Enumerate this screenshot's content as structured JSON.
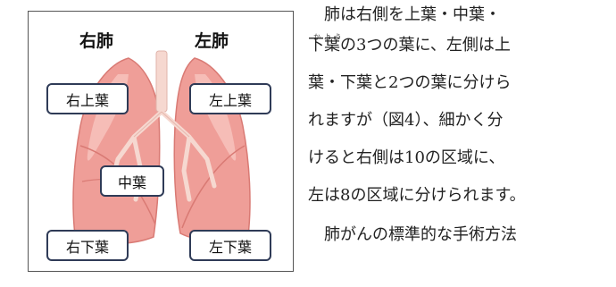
{
  "figure": {
    "right_lung_title": "右肺",
    "left_lung_title": "左肺",
    "lobes": {
      "right_upper": "右上葉",
      "left_upper": "左上葉",
      "middle": "中葉",
      "right_lower": "右下葉",
      "left_lower": "左下葉"
    },
    "colors": {
      "lung_fill": "#ef9e98",
      "lung_light": "#f7c4bf",
      "lung_outline": "#d97a74",
      "bronchus": "#f6d8d0",
      "lobe_border": "#2f3b57"
    }
  },
  "text": {
    "ruby": "かよう",
    "lines": [
      "　肺は右側を上葉・中葉・",
      "下葉の3つの葉に、左側は上",
      "葉・下葉と2つの葉に分けら",
      "れますが（図4）、細かく分",
      "けると右側は10の区域に、",
      "左は8の区域に分けられます。",
      "　肺がんの標準的な手術方法"
    ]
  }
}
